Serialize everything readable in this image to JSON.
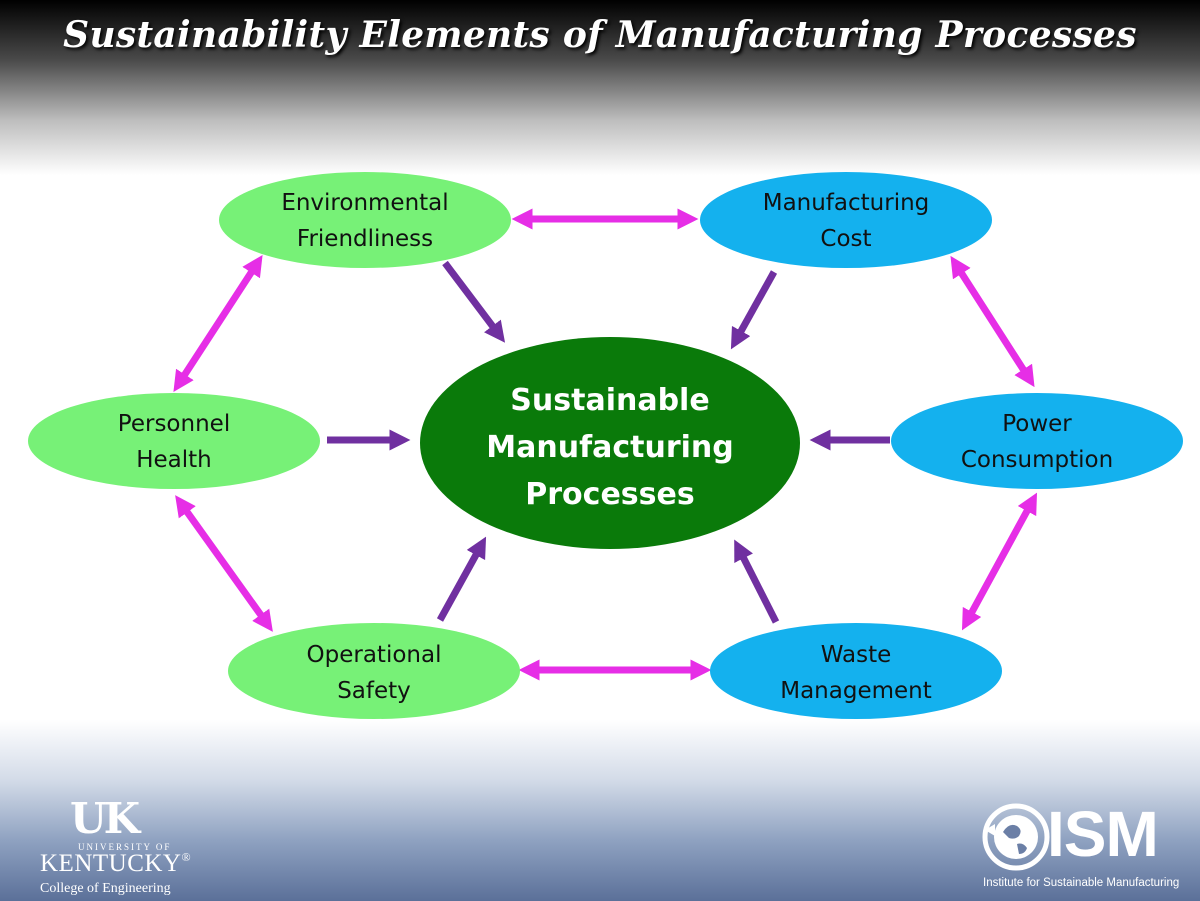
{
  "title": "Sustainability Elements of Manufacturing Processes",
  "center": {
    "lines": [
      "Sustainable",
      "Manufacturing",
      "Processes"
    ],
    "color": "#0a7a0a"
  },
  "nodes": [
    {
      "id": "environmental-friendliness",
      "lines": [
        "Environmental",
        "Friendliness"
      ],
      "color": "#77f177"
    },
    {
      "id": "manufacturing-cost",
      "lines": [
        "Manufacturing",
        "Cost"
      ],
      "color": "#14b1ee"
    },
    {
      "id": "personnel-health",
      "lines": [
        "Personnel",
        "Health"
      ],
      "color": "#77f177"
    },
    {
      "id": "power-consumption",
      "lines": [
        "Power",
        "Consumption"
      ],
      "color": "#14b1ee"
    },
    {
      "id": "operational-safety",
      "lines": [
        "Operational",
        "Safety"
      ],
      "color": "#77f177"
    },
    {
      "id": "waste-management",
      "lines": [
        "Waste",
        "Management"
      ],
      "color": "#14b1ee"
    }
  ],
  "colors": {
    "double_arrow": "#e62ee6",
    "center_arrow": "#7030a0"
  },
  "logos": {
    "uk": {
      "mark": "UK",
      "university": "UNIVERSITY OF",
      "name": "KENTUCKY",
      "registered": "®",
      "college": "College of Engineering"
    },
    "ism": {
      "mark": "ISM",
      "subtitle": "Institute for Sustainable Manufacturing"
    }
  }
}
